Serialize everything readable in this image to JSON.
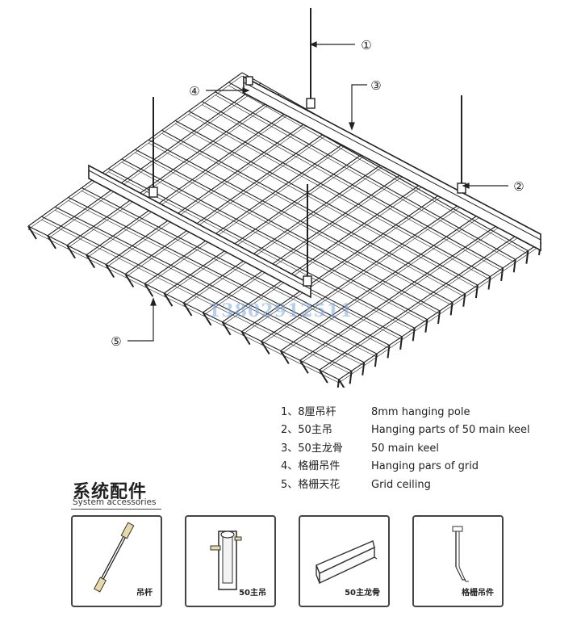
{
  "callouts": [
    "①",
    "②",
    "③",
    "④",
    "⑤"
  ],
  "watermark": "13802912511",
  "legend": [
    {
      "zh": "1、8厘吊杆",
      "en": "8mm hanging pole"
    },
    {
      "zh": "2、50主吊",
      "en": "Hanging parts of 50 main keel"
    },
    {
      "zh": "3、50主龙骨",
      "en": "50 main keel"
    },
    {
      "zh": "4、格栅吊件",
      "en": "Hanging pars of grid"
    },
    {
      "zh": "5、格栅天花",
      "en": "Grid ceiling"
    }
  ],
  "accessories": {
    "title": "系统配件",
    "subtitle": "System accessories",
    "items": [
      {
        "label": "吊杆",
        "icon": "hanging-rod-icon"
      },
      {
        "label": "50主吊",
        "icon": "main-hanger-icon"
      },
      {
        "label": "50主龙骨",
        "icon": "main-keel-icon"
      },
      {
        "label": "格栅吊件",
        "icon": "grid-hanger-icon"
      }
    ]
  }
}
